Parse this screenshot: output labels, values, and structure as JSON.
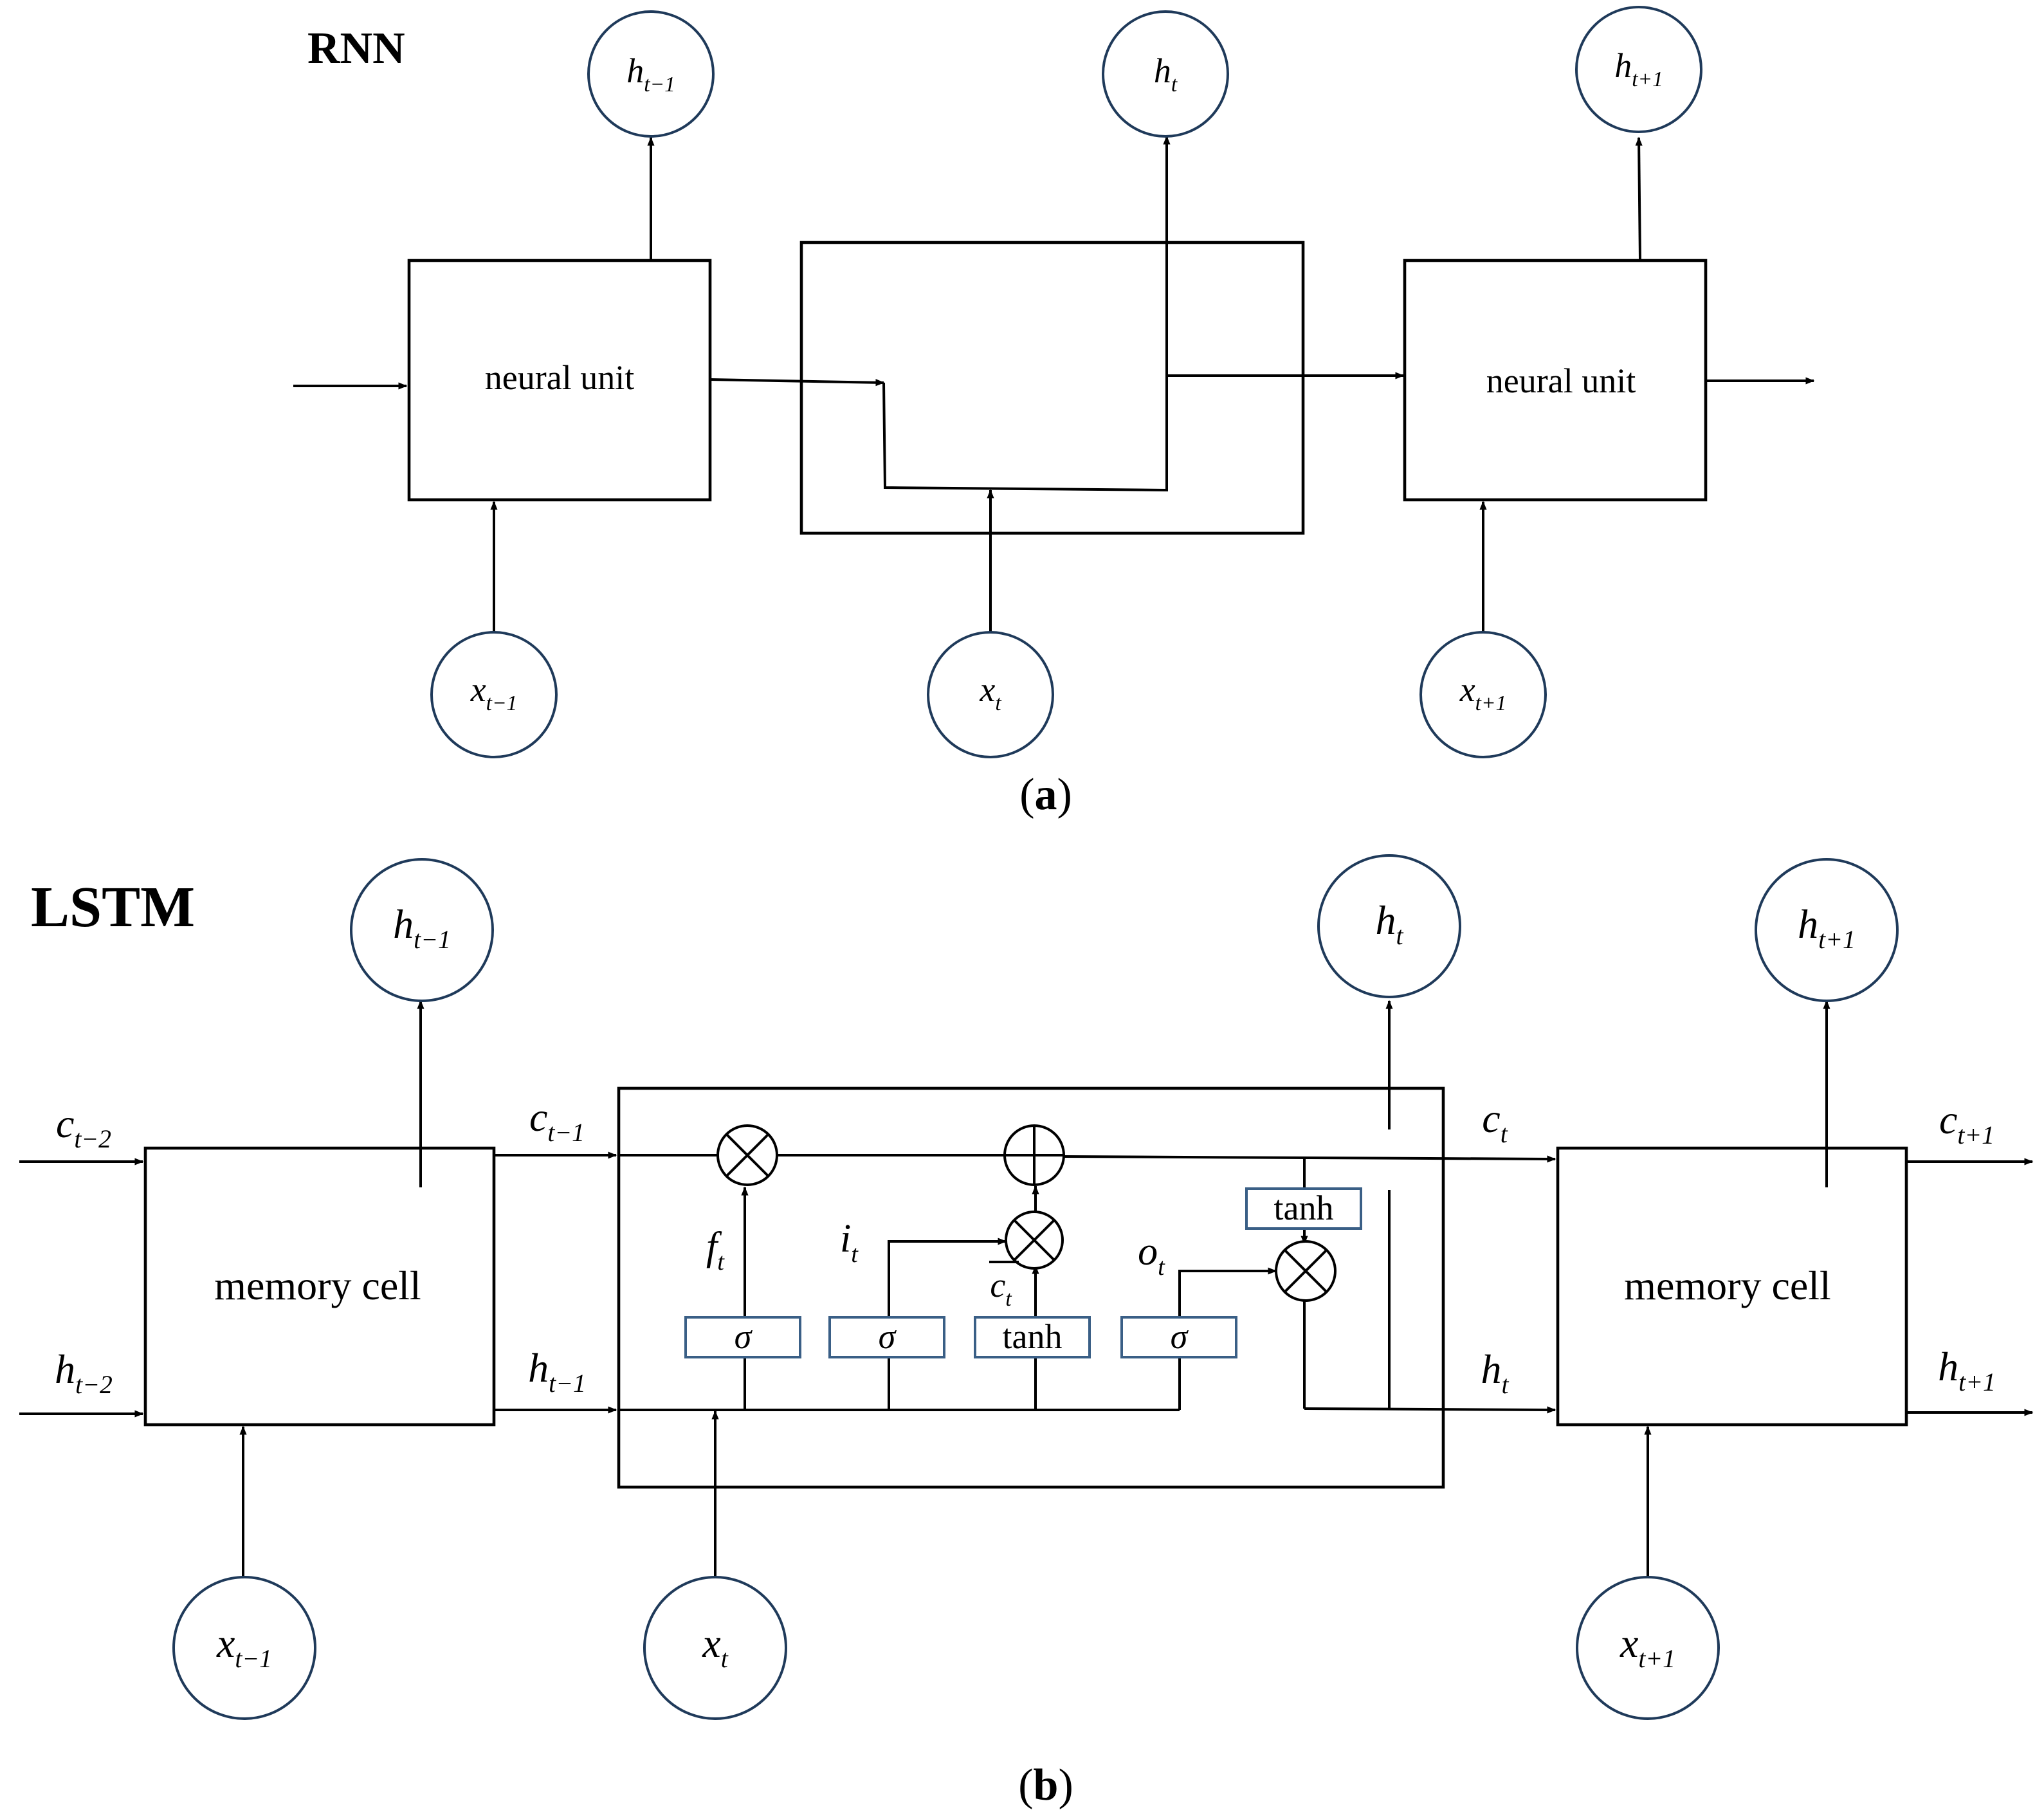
{
  "rnn": {
    "title": "RNN",
    "caption": {
      "open": "(",
      "letter": "a",
      "close": ")"
    },
    "unit_label": "neural unit",
    "outputs": [
      {
        "base": "h",
        "sub": "t−1"
      },
      {
        "base": "h",
        "sub": "t"
      },
      {
        "base": "h",
        "sub": "t+1"
      }
    ],
    "inputs": [
      {
        "base": "x",
        "sub": "t−1"
      },
      {
        "base": "x",
        "sub": "t"
      },
      {
        "base": "x",
        "sub": "t+1"
      }
    ]
  },
  "lstm": {
    "title": "LSTM",
    "caption": {
      "open": "(",
      "letter": "b",
      "close": ")"
    },
    "cell_label": "memory cell",
    "outputs": [
      {
        "base": "h",
        "sub": "t−1"
      },
      {
        "base": "h",
        "sub": "t"
      },
      {
        "base": "h",
        "sub": "t+1"
      }
    ],
    "inputs": [
      {
        "base": "x",
        "sub": "t−1"
      },
      {
        "base": "x",
        "sub": "t"
      },
      {
        "base": "x",
        "sub": "t+1"
      }
    ],
    "states": {
      "c_in": {
        "base": "c",
        "sub": "t−2"
      },
      "h_in": {
        "base": "h",
        "sub": "t−2"
      },
      "c_prev": {
        "base": "c",
        "sub": "t−1"
      },
      "h_prev": {
        "base": "h",
        "sub": "t−1"
      },
      "c_cur": {
        "base": "c",
        "sub": "t"
      },
      "h_cur": {
        "base": "h",
        "sub": "t"
      },
      "c_out": {
        "base": "c",
        "sub": "t+1"
      },
      "h_out": {
        "base": "h",
        "sub": "t+1"
      }
    },
    "gates": {
      "f": {
        "base": "f",
        "sub": "t"
      },
      "i": {
        "base": "i",
        "sub": "t"
      },
      "c_tilde": {
        "base": "c",
        "sub": "t"
      },
      "o": {
        "base": "o",
        "sub": "t"
      }
    },
    "activations": {
      "sigma": "σ",
      "tanh": "tanh"
    }
  }
}
